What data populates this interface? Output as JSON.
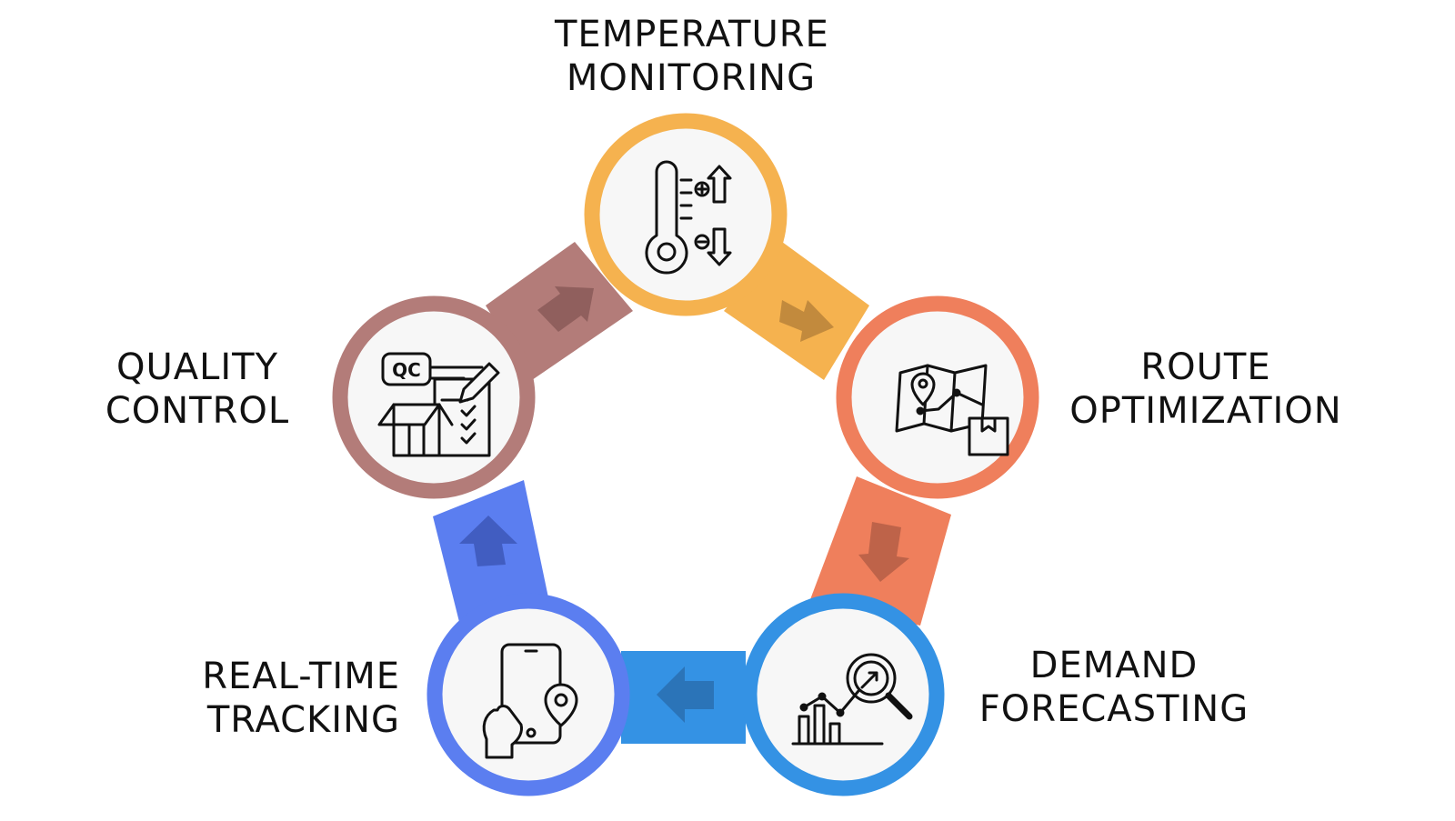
{
  "colors": {
    "background": "#ffffff",
    "circle_fill": "#f7f7f7",
    "icon_stroke": "#111111",
    "temperature": "#f5b24f",
    "route": "#ef7f5c",
    "demand": "#3492e4",
    "tracking": "#5b7ef0",
    "quality": "#b37c79"
  },
  "stages": [
    {
      "id": "temperature-monitoring",
      "lines": [
        "TEMPERATURE",
        "MONITORING"
      ],
      "icon": "thermometer-icon"
    },
    {
      "id": "route-optimization",
      "lines": [
        "ROUTE",
        "OPTIMIZATION"
      ],
      "icon": "map-route-icon"
    },
    {
      "id": "demand-forecasting",
      "lines": [
        "DEMAND",
        "FORECASTING"
      ],
      "icon": "chart-magnifier-icon"
    },
    {
      "id": "real-time-tracking",
      "lines": [
        "REAL-TIME",
        "TRACKING"
      ],
      "icon": "phone-location-icon"
    },
    {
      "id": "quality-control",
      "lines": [
        "QUALITY",
        "CONTROL"
      ],
      "icon": "qc-clipboard-icon"
    }
  ],
  "icon_text": {
    "qc": "QC"
  },
  "flow": {
    "direction": "clockwise",
    "connectors": [
      {
        "from": "quality-control",
        "to": "temperature-monitoring",
        "arrow": "arrow-right-icon"
      },
      {
        "from": "temperature-monitoring",
        "to": "route-optimization",
        "arrow": "arrow-down-right-icon"
      },
      {
        "from": "route-optimization",
        "to": "demand-forecasting",
        "arrow": "arrow-down-icon"
      },
      {
        "from": "demand-forecasting",
        "to": "real-time-tracking",
        "arrow": "arrow-left-icon"
      },
      {
        "from": "real-time-tracking",
        "to": "quality-control",
        "arrow": "arrow-up-icon"
      }
    ]
  }
}
